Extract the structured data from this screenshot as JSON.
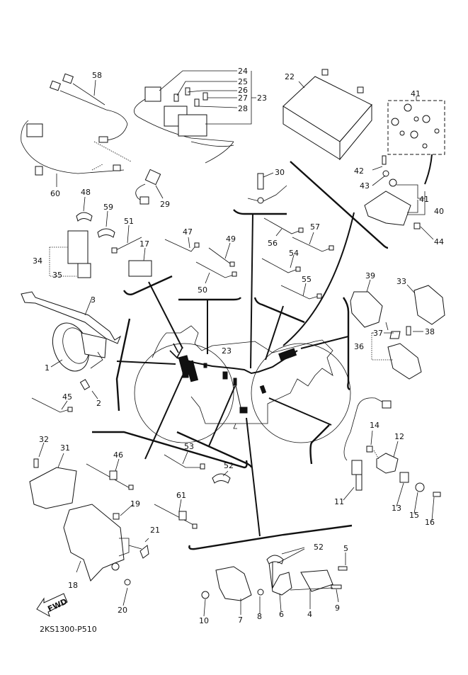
{
  "diagram": {
    "title": "Electrical parts diagram",
    "drawing_code": "2KS1300-P510",
    "fwd_label": "FWD",
    "callouts": {
      "c1": "1",
      "c2": "2",
      "c3": "3",
      "c4": "4",
      "c5": "5",
      "c6": "6",
      "c7": "7",
      "c8": "8",
      "c9": "9",
      "c10": "10",
      "c11": "11",
      "c12": "12",
      "c13": "13",
      "c14": "14",
      "c15": "15",
      "c16": "16",
      "c17": "17",
      "c18": "18",
      "c19": "19",
      "c20": "20",
      "c21": "21",
      "c22": "22",
      "c23a": "23",
      "c23b": "23",
      "c24": "24",
      "c25": "25",
      "c26": "26",
      "c27": "27",
      "c28": "28",
      "c29": "29",
      "c30": "30",
      "c31": "31",
      "c32": "32",
      "c33": "33",
      "c34": "34",
      "c35": "35",
      "c36": "36",
      "c37": "37",
      "c38": "38",
      "c39": "39",
      "c40": "40",
      "c41a": "41",
      "c41b": "41",
      "c42": "42",
      "c43": "43",
      "c44": "44",
      "c45": "45",
      "c46": "46",
      "c47": "47",
      "c48": "48",
      "c49": "49",
      "c50": "50",
      "c51": "51",
      "c52a": "52",
      "c52b": "52",
      "c53": "53",
      "c54": "54",
      "c55": "55",
      "c56": "56",
      "c57": "57",
      "c58": "58",
      "c59": "59",
      "c60": "60",
      "c61": "61"
    }
  }
}
